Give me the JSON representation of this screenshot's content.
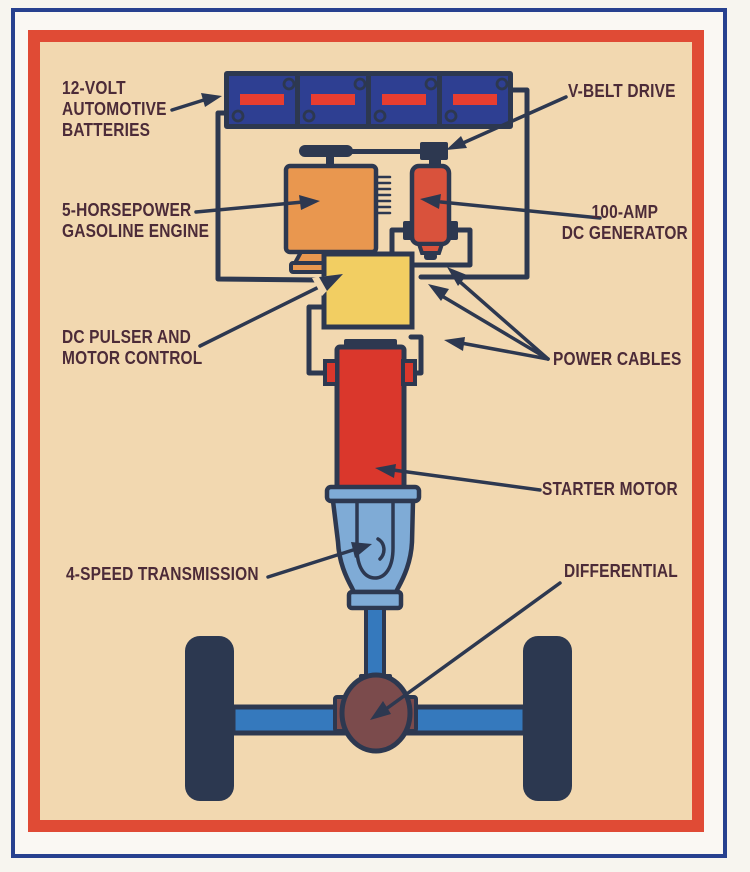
{
  "labels": {
    "batteries": [
      "12-VOLT",
      "AUTOMOTIVE",
      "BATTERIES"
    ],
    "engine": [
      "5-HORSEPOWER",
      "GASOLINE ENGINE"
    ],
    "v_belt": [
      "V-BELT DRIVE"
    ],
    "generator": [
      "100-AMP",
      "DC GENERATOR"
    ],
    "pulser": [
      "DC PULSER AND",
      "MOTOR CONTROL"
    ],
    "power_cables": [
      "POWER CABLES"
    ],
    "starter": [
      "STARTER MOTOR"
    ],
    "transmission": [
      "4-SPEED TRANSMISSION"
    ],
    "differential": [
      "DIFFERENTIAL"
    ]
  },
  "battery": {
    "count": 4
  },
  "colors": {
    "page_white": "#f7f5ef",
    "card_blue": "#27418f",
    "frame_red": "#e04b35",
    "panel_tan": "#f2d8b0",
    "outline_navy": "#2d3850",
    "battery_blue": "#2e3f92",
    "stripe_red": "#e73d30",
    "engine_orange": "#e9974f",
    "generator_red": "#d9523c",
    "control_yellow": "#f2ce62",
    "motor_red": "#da372c",
    "trans_blue": "#7fabd6",
    "shaft_blue": "#3579bd",
    "diff_brown": "#7b4b4c",
    "wheel_dark": "#2c3850",
    "label_color": "#4c2b38"
  }
}
